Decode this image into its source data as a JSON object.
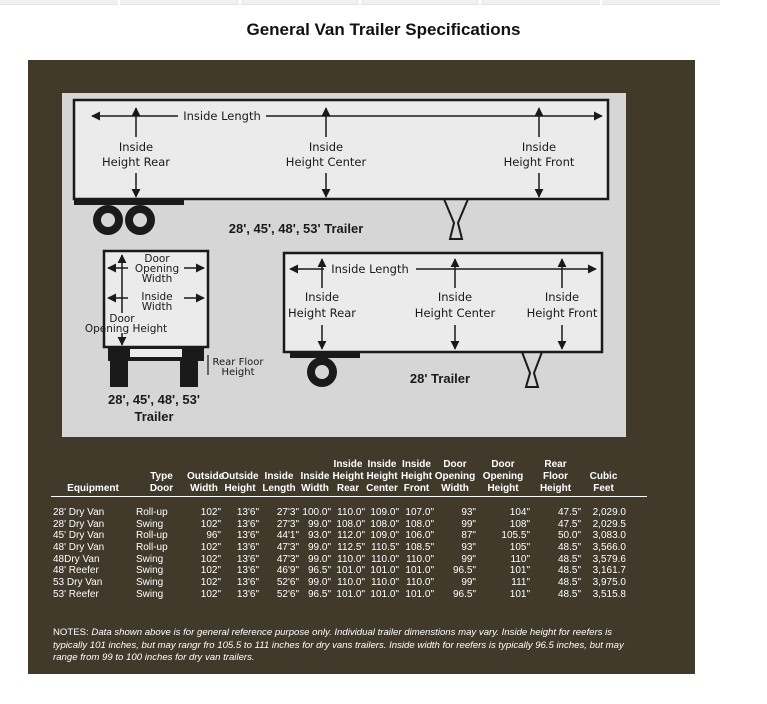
{
  "page": {
    "title": "General Van Trailer Specifications"
  },
  "diagram": {
    "big_trailer": {
      "inside_length": "Inside Length",
      "height_rear": [
        "Inside",
        "Height Rear"
      ],
      "height_center": [
        "Inside",
        "Height Center"
      ],
      "height_front": [
        "Inside",
        "Height Front"
      ],
      "caption": "28', 45', 48', 53' Trailer"
    },
    "rear_view": {
      "door_opening_width": [
        "Door",
        "Opening",
        "Width"
      ],
      "inside_width": [
        "Inside",
        "Width"
      ],
      "door_opening_height": [
        "Door",
        "Opening Height"
      ],
      "rear_floor_height": [
        "Rear Floor",
        "Height"
      ],
      "caption": [
        "28', 45', 48', 53'",
        "Trailer"
      ]
    },
    "small_trailer": {
      "inside_length": "Inside Length",
      "height_rear": [
        "Inside",
        "Height Rear"
      ],
      "height_center": [
        "Inside",
        "Height Center"
      ],
      "height_front": [
        "Inside",
        "Height Front"
      ],
      "caption": "28' Trailer"
    }
  },
  "table": {
    "headers": [
      "Equipment",
      "Type\nDoor",
      "Outside\nWidth",
      "Outside\nHeight",
      "Inside\nLength",
      "Inside\nWidth",
      "Inside\nHeight\nRear",
      "Inside\nHeight\nCenter",
      "Inside\nHeight\nFront",
      "Door\nOpening\nWidth",
      "Door\nOpening\nHeight",
      "Rear\nFloor\nHeight",
      "Cubic\nFeet"
    ],
    "rows": [
      [
        "28' Dry Van",
        "Roll-up",
        "102\"",
        "13'6\"",
        "27'3\"",
        "100.0\"",
        "110.0\"",
        "109.0\"",
        "107.0\"",
        "93\"",
        "104\"",
        "47.5\"",
        "2,029.0"
      ],
      [
        "28' Dry Van",
        "Swing",
        "102\"",
        "13'6\"",
        "27'3\"",
        "99.0\"",
        "108.0\"",
        "108.0\"",
        "108.0\"",
        "99\"",
        "108\"",
        "47.5\"",
        "2,029.5"
      ],
      [
        "45' Dry Van",
        "Roll-up",
        "96\"",
        "13'6\"",
        "44'1\"",
        "93.0\"",
        "112.0\"",
        "109.0\"",
        "106.0\"",
        "87\"",
        "105.5\"",
        "50.0\"",
        "3,083.0"
      ],
      [
        "48' Dry Van",
        "Roll-up",
        "102\"",
        "13'6\"",
        "47'3\"",
        "99.0\"",
        "112.5\"",
        "110.5\"",
        "108.5\"",
        "93\"",
        "105\"",
        "48.5\"",
        "3,566.0"
      ],
      [
        "48Dry Van",
        "Swing",
        "102\"",
        "13'6\"",
        "47'3\"",
        "99.0\"",
        "110.0\"",
        "110.0\"",
        "110.0\"",
        "99\"",
        "110\"",
        "48.5\"",
        "3,579.6"
      ],
      [
        "48' Reefer",
        "Swing",
        "102\"",
        "13'6\"",
        "46'9\"",
        "96.5\"",
        "101.0\"",
        "101.0\"",
        "101.0\"",
        "96.5\"",
        "101\"",
        "48.5\"",
        "3,161.7"
      ],
      [
        "53 Dry Van",
        "Swing",
        "102\"",
        "13'6\"",
        "52'6\"",
        "99.0\"",
        "110.0\"",
        "110.0\"",
        "110.0\"",
        "99\"",
        "111\"",
        "48.5\"",
        "3,975.0"
      ],
      [
        "53' Reefer",
        "Swing",
        "102\"",
        "13'6\"",
        "52'6\"",
        "96.5\"",
        "101.0\"",
        "101.0\"",
        "101.0\"",
        "96.5\"",
        "101\"",
        "48.5\"",
        "3,515.8"
      ]
    ]
  },
  "notes": {
    "lead": "NOTES:",
    "body": "Data shown above is for general reference purpose only.  Individual trailer dimenstions may vary.  Inside height for reefers is typically 101 inches, but may rangr fro 105.5 to 111 inches for dry vans trailers.  Inside width for reefers is typically 96.5 inches, but may range from 99 to 100 inches for dry van trailers."
  }
}
